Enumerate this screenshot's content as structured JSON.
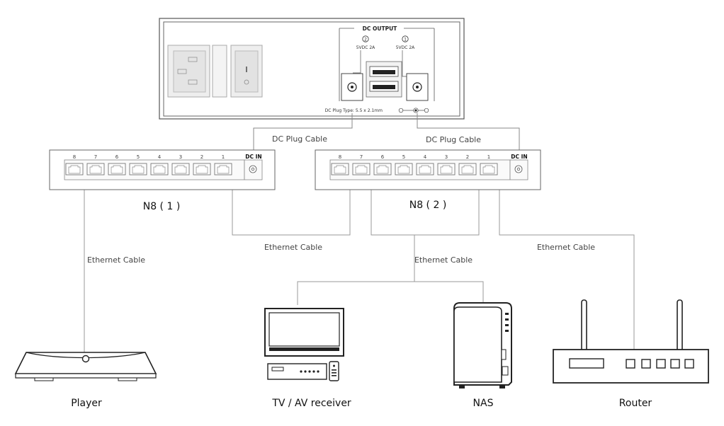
{
  "power_supply": {
    "dc_output_title": "DC OUTPUT",
    "out2_num": "2",
    "out2_spec": "5VDC 2A",
    "out1_num": "1",
    "out1_spec": "5VDC 2A",
    "switch_mark": "I",
    "plug_type": "DC Plug Type: 5.5 x 2.1mm"
  },
  "cables": {
    "dc_left": "DC Plug Cable",
    "dc_right": "DC Plug Cable",
    "eth_player": "Ethernet Cable",
    "eth_between": "Ethernet Cable",
    "eth_devices": "Ethernet Cable",
    "eth_router": "Ethernet Cable"
  },
  "switches": [
    {
      "name": "N8 ( 1 )",
      "dc_in": "DC IN",
      "ports": [
        "8",
        "7",
        "6",
        "5",
        "4",
        "3",
        "2",
        "1"
      ]
    },
    {
      "name": "N8 ( 2 )",
      "dc_in": "DC IN",
      "ports": [
        "8",
        "7",
        "6",
        "5",
        "4",
        "3",
        "2",
        "1"
      ]
    }
  ],
  "devices": {
    "player": "Player",
    "tv": "TV / AV receiver",
    "nas": "NAS",
    "router": "Router"
  }
}
